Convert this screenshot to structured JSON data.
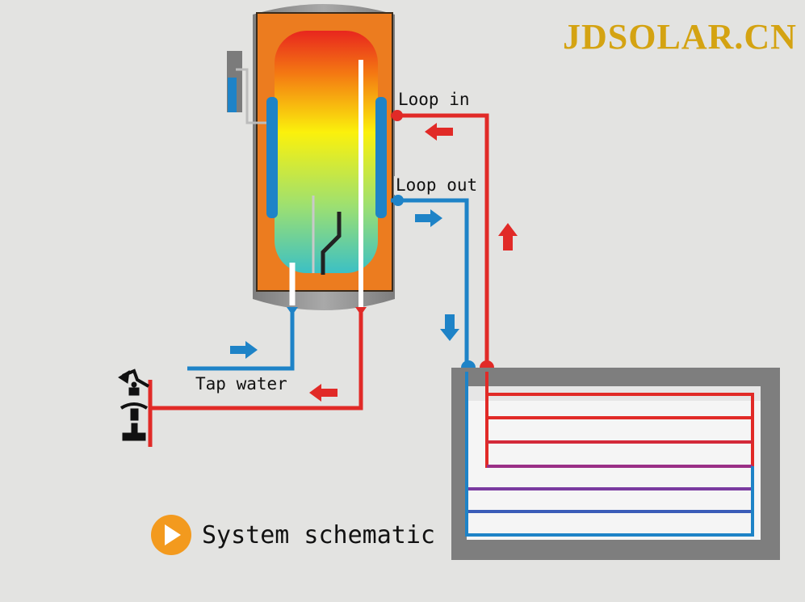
{
  "brand": "JDSOLAR.CN",
  "labels": {
    "loop_in": "Loop in",
    "loop_out": "Loop out",
    "tap_water": "Tap water"
  },
  "title": "System schematic",
  "colors": {
    "hot": "#e12a27",
    "cold": "#1e83c7",
    "tank_shell": "#ec7c1f",
    "play_icon": "#f39a1e",
    "brand": "#d4a312"
  },
  "icons": [
    "play-icon",
    "faucet-icon",
    "up-arrow-icon",
    "down-arrow-icon",
    "left-arrow-icon",
    "right-arrow-icon"
  ]
}
